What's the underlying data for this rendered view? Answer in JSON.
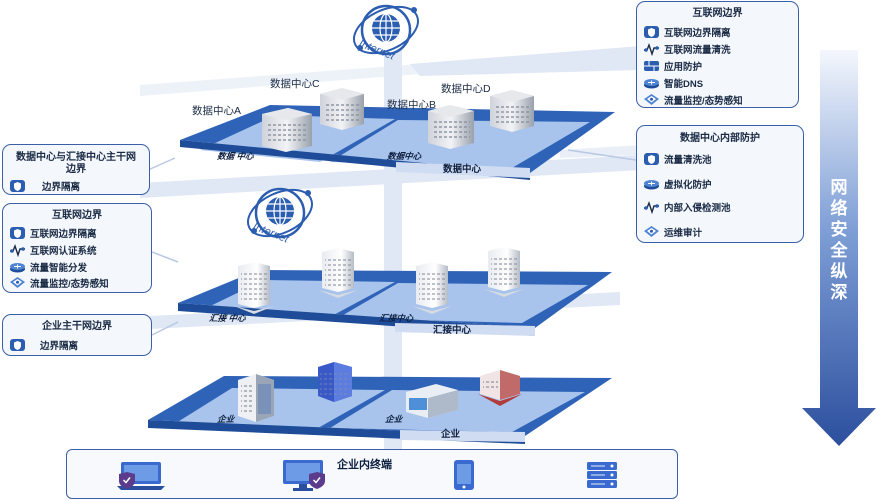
{
  "arrow": {
    "label": "网络安全纵深",
    "chars": [
      "网",
      "络",
      "安",
      "全",
      "纵",
      "深"
    ]
  },
  "internet_top": {
    "label": "Internet"
  },
  "internet_mid": {
    "label": "Internet"
  },
  "datacenter_layer": {
    "dc_a": "数据中心A",
    "dc_b": "数据中心B",
    "dc_c": "数据中心C",
    "dc_d": "数据中心D",
    "plate_left": "数据 中心",
    "plate_right": "数据中心",
    "bar": "数据中心"
  },
  "aggregation_layer": {
    "plate_left": "汇接 中心",
    "plate_right": "汇接中心",
    "bar": "汇接中心"
  },
  "enterprise_layer": {
    "plate_left": "企业",
    "plate_right": "企业",
    "bar": "企业"
  },
  "terminal_box": {
    "title": "企业内终端"
  },
  "panels": {
    "internet_border_top": {
      "title": "互联网边界",
      "items": [
        {
          "label": "互联网边界隔离",
          "icon": "shield-icon"
        },
        {
          "label": "互联网流量清洗",
          "icon": "traffic-wave-icon"
        },
        {
          "label": "应用防护",
          "icon": "firewall-icon"
        },
        {
          "label": "智能DNS",
          "icon": "router-icon"
        },
        {
          "label": "流量监控/态势感知",
          "icon": "monitor-icon"
        }
      ]
    },
    "dc_internal": {
      "title": "数据中心内部防护",
      "items": [
        {
          "label": "流量清洗池",
          "icon": "shield-icon"
        },
        {
          "label": "虚拟化防护",
          "icon": "router-icon"
        },
        {
          "label": "内部入侵检测池",
          "icon": "traffic-wave-icon"
        },
        {
          "label": "运维审计",
          "icon": "monitor-icon"
        }
      ]
    },
    "dc_backbone": {
      "title": "数据中心与汇接中心主干网边界",
      "items": [
        {
          "label": "边界隔离",
          "icon": "shield-icon"
        }
      ]
    },
    "internet_border_mid": {
      "title": "互联网边界",
      "items": [
        {
          "label": "互联网边界隔离",
          "icon": "shield-icon"
        },
        {
          "label": "互联网认证系统",
          "icon": "traffic-wave-icon"
        },
        {
          "label": "流量智能分发",
          "icon": "router-icon"
        },
        {
          "label": "流量监控/态势感知",
          "icon": "monitor-icon"
        }
      ]
    },
    "enterprise_backbone": {
      "title": "企业主干网边界",
      "items": [
        {
          "label": "边界隔离",
          "icon": "shield-icon"
        }
      ]
    }
  },
  "colors": {
    "plate_top": "#2f63b8",
    "plate_inner": "#9cbbe8",
    "bar": "#cfdcf2",
    "connector": "#dde6f4",
    "arrow_top": "#f4f7fd",
    "arrow_bottom": "#2c4f9e",
    "panel_border": "#3a5fa8"
  }
}
